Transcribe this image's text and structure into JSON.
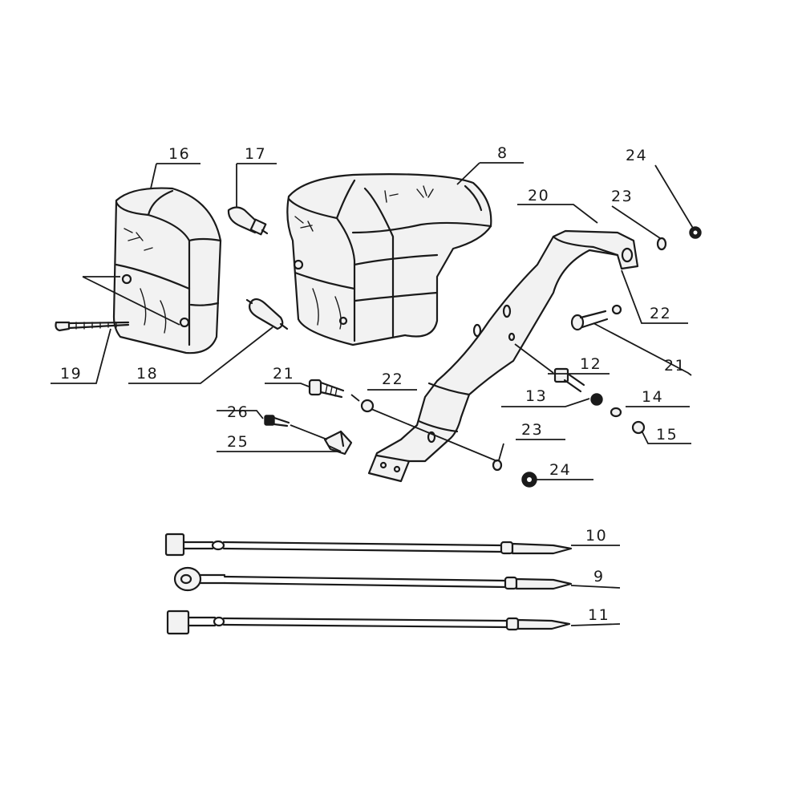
{
  "callouts": [
    {
      "id": "c16a",
      "text": "16"
    },
    {
      "id": "c17",
      "text": "17"
    },
    {
      "id": "c8",
      "text": "8"
    },
    {
      "id": "c24a",
      "text": "24"
    },
    {
      "id": "c20",
      "text": "20"
    },
    {
      "id": "c23a",
      "text": "23"
    },
    {
      "id": "c22a",
      "text": "22"
    },
    {
      "id": "c21a",
      "text": "21"
    },
    {
      "id": "c19",
      "text": "19"
    },
    {
      "id": "c18",
      "text": "18"
    },
    {
      "id": "c21b",
      "text": "21"
    },
    {
      "id": "c22b",
      "text": "22"
    },
    {
      "id": "c12",
      "text": "12"
    },
    {
      "id": "c13",
      "text": "13"
    },
    {
      "id": "c14",
      "text": "14"
    },
    {
      "id": "c15",
      "text": "15"
    },
    {
      "id": "c26",
      "text": "26"
    },
    {
      "id": "c25",
      "text": "25"
    },
    {
      "id": "c23b",
      "text": "23"
    },
    {
      "id": "c24b",
      "text": "24"
    },
    {
      "id": "c10",
      "text": "10"
    },
    {
      "id": "c9",
      "text": "9"
    },
    {
      "id": "c11",
      "text": "11"
    }
  ]
}
